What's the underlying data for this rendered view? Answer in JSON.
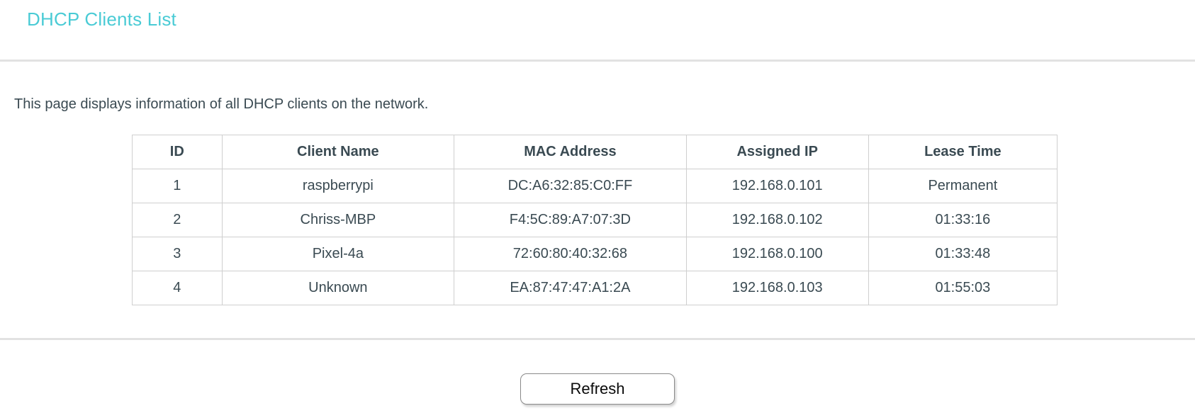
{
  "page": {
    "title": "DHCP Clients List",
    "description": "This page displays information of all DHCP clients on the network."
  },
  "table": {
    "headers": [
      "ID",
      "Client Name",
      "MAC Address",
      "Assigned IP",
      "Lease Time"
    ],
    "rows": [
      [
        "1",
        "raspberrypi",
        "DC:A6:32:85:C0:FF",
        "192.168.0.101",
        "Permanent"
      ],
      [
        "2",
        "Chriss-MBP",
        "F4:5C:89:A7:07:3D",
        "192.168.0.102",
        "01:33:16"
      ],
      [
        "3",
        "Pixel-4a",
        "72:60:80:40:32:68",
        "192.168.0.100",
        "01:33:48"
      ],
      [
        "4",
        "Unknown",
        "EA:87:47:47:A1:2A",
        "192.168.0.103",
        "01:55:03"
      ]
    ]
  },
  "actions": {
    "refresh_label": "Refresh"
  },
  "colors": {
    "title_accent": "#4ACBD5",
    "body_text": "#3A4A52",
    "divider": "#E2E2E2",
    "table_outer_border": "#A6A6A6",
    "table_inner_border": "#CFCFCF",
    "button_text": "#0A0A0A"
  }
}
